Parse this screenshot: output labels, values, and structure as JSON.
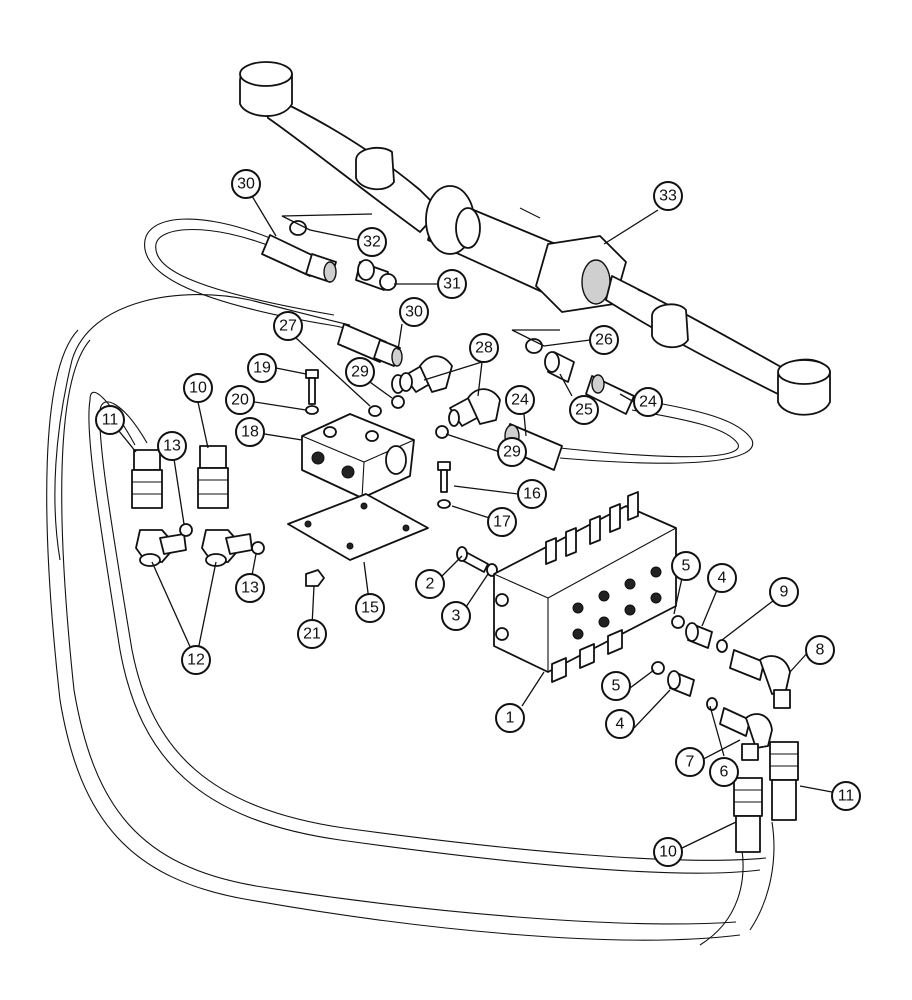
{
  "callouts": [
    {
      "id": "c30a",
      "label": "30"
    },
    {
      "id": "c32",
      "label": "32"
    },
    {
      "id": "c31",
      "label": "31"
    },
    {
      "id": "c33",
      "label": "33"
    },
    {
      "id": "c30b",
      "label": "30"
    },
    {
      "id": "c26",
      "label": "26"
    },
    {
      "id": "c27",
      "label": "27"
    },
    {
      "id": "c28",
      "label": "28"
    },
    {
      "id": "c24a",
      "label": "24"
    },
    {
      "id": "c24b",
      "label": "24"
    },
    {
      "id": "c19",
      "label": "19"
    },
    {
      "id": "c29a",
      "label": "29"
    },
    {
      "id": "c25",
      "label": "25"
    },
    {
      "id": "c10a",
      "label": "10"
    },
    {
      "id": "c20",
      "label": "20"
    },
    {
      "id": "c29b",
      "label": "29"
    },
    {
      "id": "c11a",
      "label": "11"
    },
    {
      "id": "c18",
      "label": "18"
    },
    {
      "id": "c13a",
      "label": "13"
    },
    {
      "id": "c16",
      "label": "16"
    },
    {
      "id": "c17",
      "label": "17"
    },
    {
      "id": "c5a",
      "label": "5"
    },
    {
      "id": "c4a",
      "label": "4"
    },
    {
      "id": "c9",
      "label": "9"
    },
    {
      "id": "c13b",
      "label": "13"
    },
    {
      "id": "c2",
      "label": "2"
    },
    {
      "id": "c3",
      "label": "3"
    },
    {
      "id": "c15",
      "label": "15"
    },
    {
      "id": "c21",
      "label": "21"
    },
    {
      "id": "c8",
      "label": "8"
    },
    {
      "id": "c12",
      "label": "12"
    },
    {
      "id": "c5b",
      "label": "5"
    },
    {
      "id": "c4b",
      "label": "4"
    },
    {
      "id": "c1",
      "label": "1"
    },
    {
      "id": "c7",
      "label": "7"
    },
    {
      "id": "c6",
      "label": "6"
    },
    {
      "id": "c11b",
      "label": "11"
    },
    {
      "id": "c10b",
      "label": "10"
    }
  ]
}
